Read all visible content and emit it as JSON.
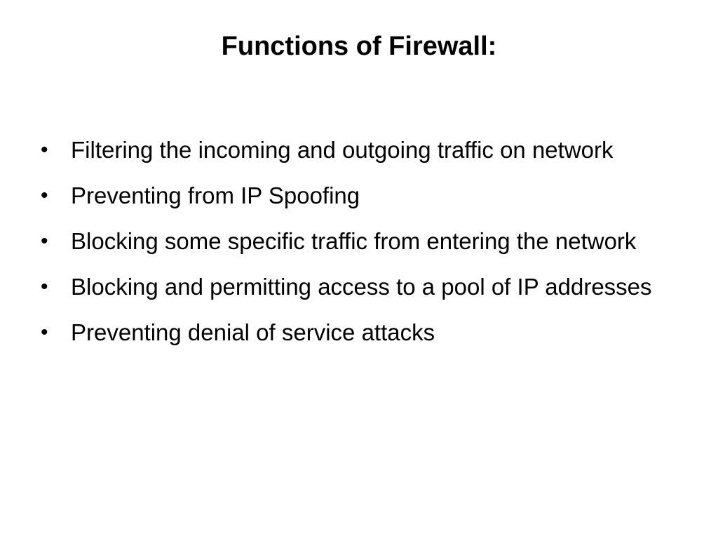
{
  "slide": {
    "title": "Functions of Firewall:",
    "bullet_glyph": "•",
    "bullets": [
      "Filtering the incoming and outgoing traffic on network",
      "Preventing from IP Spoofing",
      "Blocking some specific traffic from entering the network",
      "Blocking and permitting access to a pool of IP addresses",
      "Preventing denial of service attacks"
    ]
  }
}
